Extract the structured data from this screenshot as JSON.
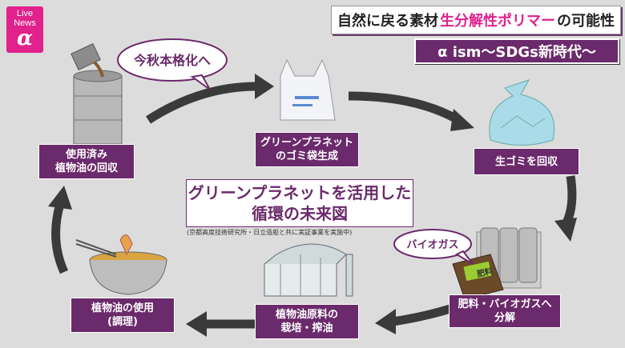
{
  "logo": {
    "line1": "Live",
    "line2": "News",
    "symbol": "α"
  },
  "headline": {
    "part1": "自然に戻る素材",
    "highlight": "生分解性ポリマー",
    "part2": "の可能性"
  },
  "series": "α ism〜SDGs新時代〜",
  "bubble": "今秋本格化へ",
  "bubble2": "バイオガス",
  "bag_label": "肥料",
  "steps": {
    "oil_collect": [
      "使用済み",
      "植物油の回収"
    ],
    "bag_make": [
      "グリーンプラネット",
      "のゴミ袋生成"
    ],
    "garbage": "生ゴミを回収",
    "decompose": [
      "肥料・バイオガスへ",
      "分解"
    ],
    "farm": [
      "植物油原料の",
      "栽培・搾油"
    ],
    "oil_use": [
      "植物油の使用",
      "(調理)"
    ]
  },
  "center": {
    "line1": "グリーンプラネットを活用した",
    "line2": "循環の未来図"
  },
  "note": "(京都高度技術研究所・日立造船と共に実証事業を実施中)",
  "colors": {
    "accent": "#e1218c",
    "purple": "#6b2a6b",
    "arrow": "#3a3a3a"
  }
}
